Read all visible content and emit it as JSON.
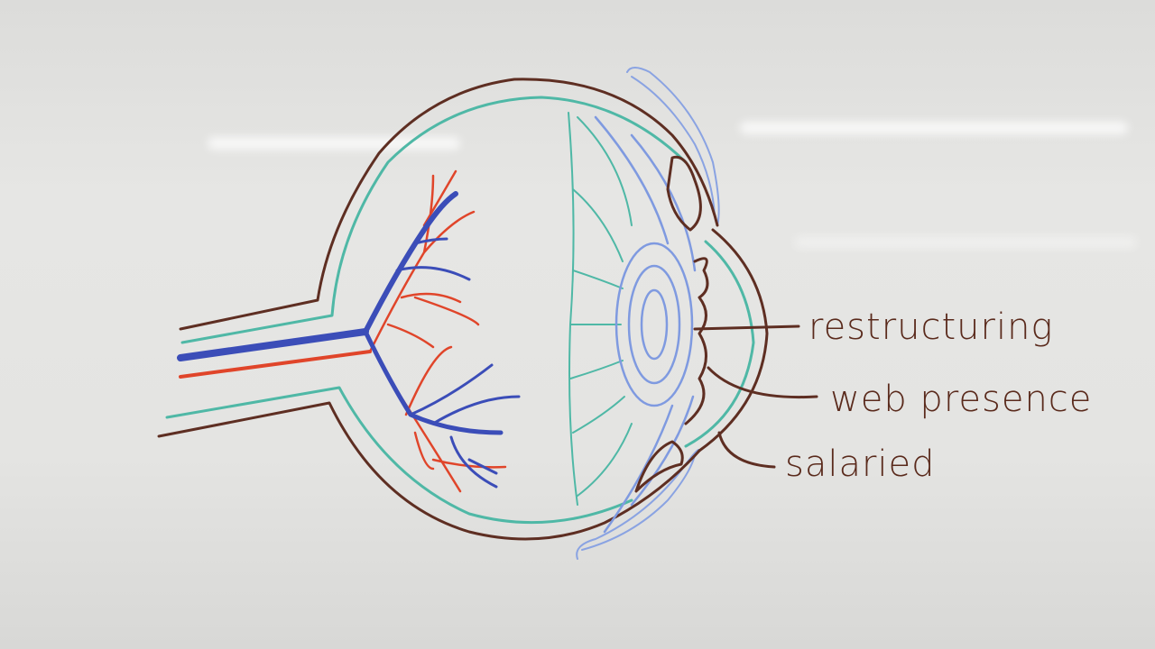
{
  "labels": {
    "restructuring": "restructuring",
    "web_presence": "web presence",
    "salaried": "salaried"
  },
  "colors": {
    "brown": "#5e2e22",
    "teal": "#4fb8a6",
    "blue": "#3b4db8",
    "red": "#e0452a",
    "light_blue": "#7f9ae0"
  }
}
